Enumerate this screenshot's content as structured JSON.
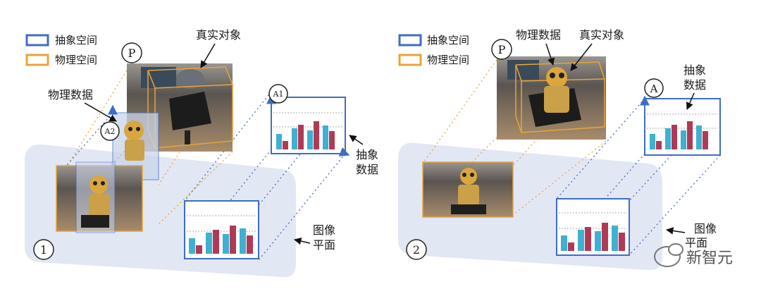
{
  "colors": {
    "abstract": "#3f6dc2",
    "physical": "#e8a43a",
    "plane": "#dfe4f3",
    "bar_blue": "#3fb0cf",
    "bar_red": "#b03a55"
  },
  "panel1": {
    "legend_abstract": "抽象空间",
    "legend_physical": "物理空间",
    "real_object": "真实对象",
    "physical_data": "物理数据",
    "abstract_data": "抽象\n数据",
    "image_plane": "图像\n平面",
    "badge_p": "P",
    "badge_a1": "A1",
    "badge_a2": "A2",
    "number": "1"
  },
  "panel2": {
    "legend_abstract": "抽象空间",
    "legend_physical": "物理空间",
    "physical_data": "物理数据",
    "real_object": "真实对象",
    "abstract_data": "抽象\n数据",
    "image_plane": "图像\n平面",
    "badge_p": "P",
    "badge_a": "A",
    "number": "2"
  },
  "watermark": "新智元"
}
